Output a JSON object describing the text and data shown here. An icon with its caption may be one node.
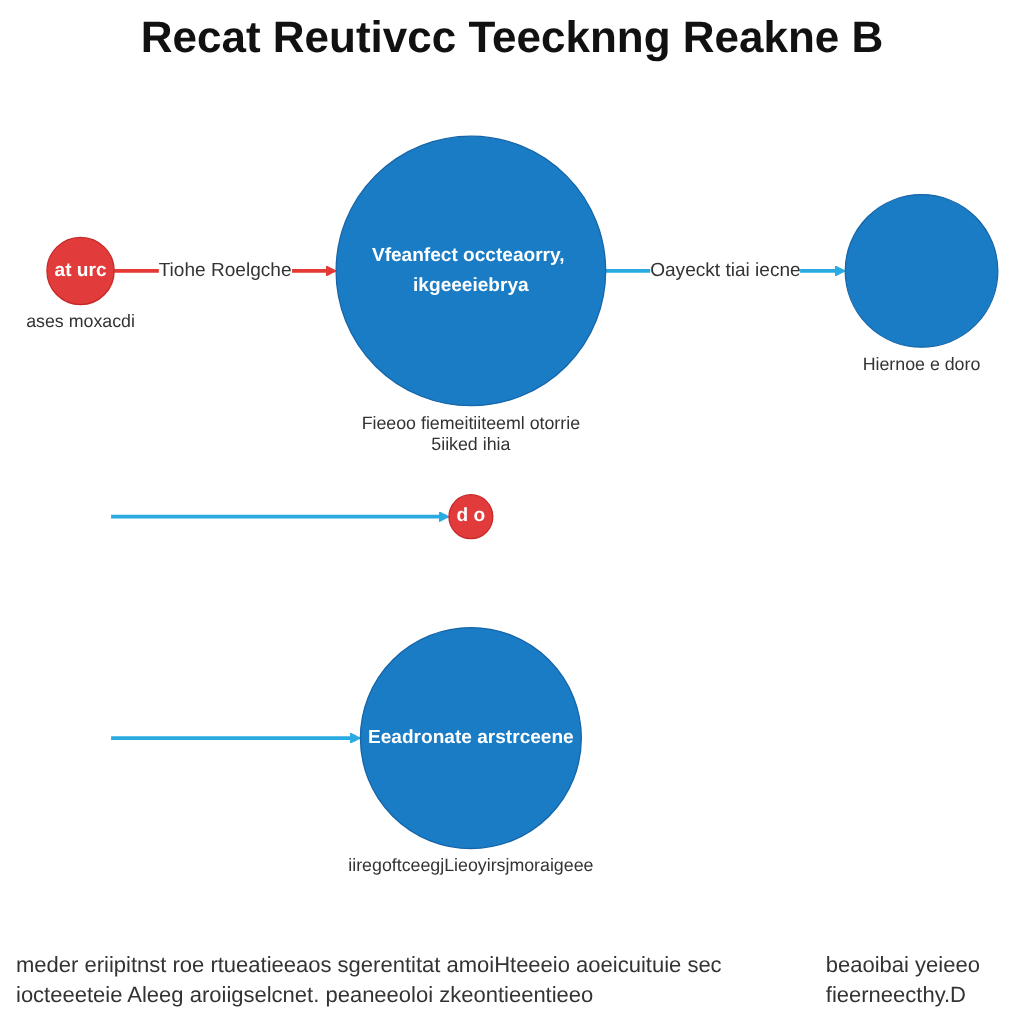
{
  "diagram": {
    "title": "Recat Reutivcc Teecknng Reakne B",
    "nodes": [
      {
        "text": [
          "at urc"
        ],
        "beside": [
          "ases moxacdi"
        ]
      },
      {
        "text": [
          "Vfeanfect occteaorry, ikgeeeiebrya"
        ],
        "beside": [
          "Fieeoo fiemeitiiteeml otorrie 5iiked ihia"
        ]
      },
      {
        "text": [],
        "shape": "circle",
        "beside": [
          "Hiernoe e doro"
        ]
      },
      {
        "text": [
          "d o"
        ]
      },
      {
        "text": [
          "Eeadronate arstrceene"
        ],
        "beside": [
          "iiregoftceegjLieoyirsjmoraigeee"
        ]
      }
    ],
    "edges": [
      {
        "from": 0,
        "to": 1,
        "arrow": "to",
        "label": "Tiohe Roelgche",
        "color": "#e53935"
      },
      {
        "from": 1,
        "to": 2,
        "arrow": "to",
        "label": "Oayeckt tiai iecne"
      },
      {
        "from": null,
        "to": 3,
        "arrow": "to"
      },
      {
        "from": null,
        "to": 4,
        "arrow": "to"
      }
    ],
    "labels": [
      "meder eriipitnst roe rtueatieeaos sgerentitat amoiHteeeio aoeicuituie sec iocteeeteie Aleeg aroiigselcnet. peaneeoloi zkeontieentieeo",
      "beaoibai yeieeo fieerneecthy.D"
    ]
  }
}
